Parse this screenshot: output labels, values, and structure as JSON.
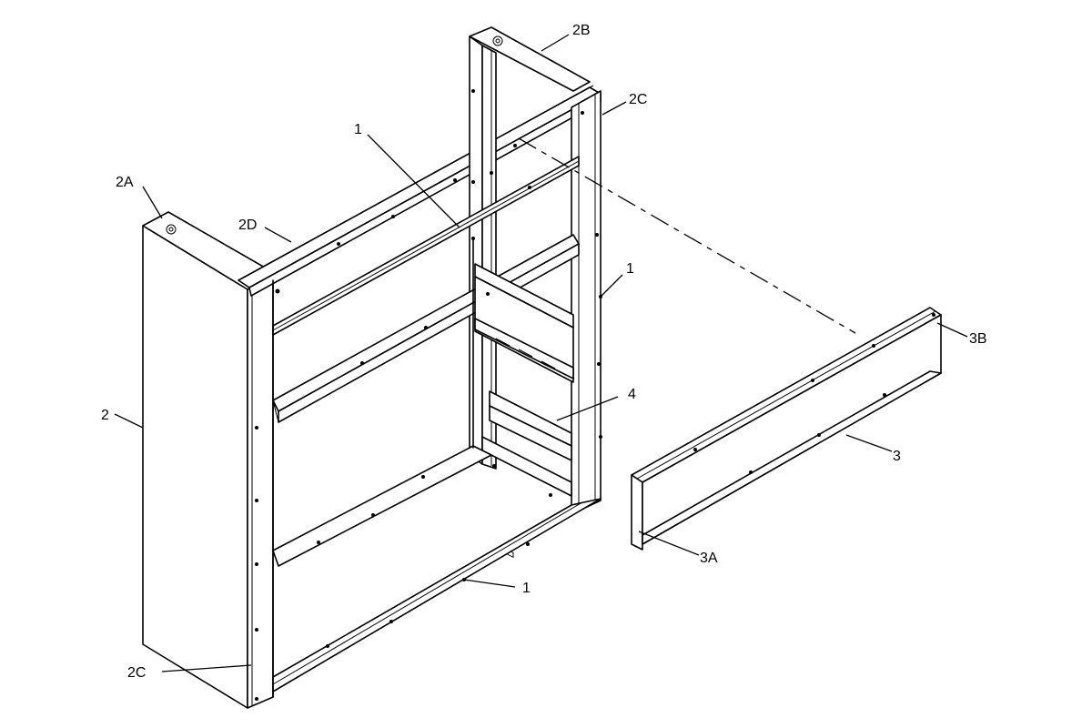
{
  "callouts": {
    "c_2B": "2B",
    "c_2C_top": "2C",
    "c_1_top": "1",
    "c_2A": "2A",
    "c_2D": "2D",
    "c_1_right": "1",
    "c_3B": "3B",
    "c_2": "2",
    "c_4": "4",
    "c_3": "3",
    "c_3A": "3A",
    "c_1_bottom": "1",
    "c_2C_bottom": "2C"
  }
}
